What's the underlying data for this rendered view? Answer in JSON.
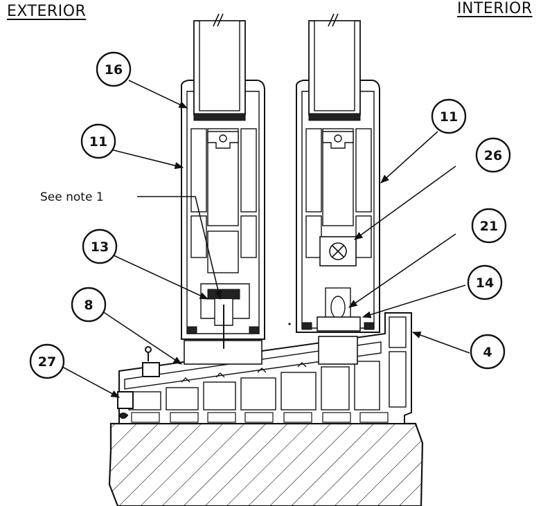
{
  "labels": {
    "exterior": "EXTERIOR",
    "interior": "INTERIOR",
    "note": "See note 1"
  },
  "callouts": [
    {
      "id": "c16",
      "text": "16"
    },
    {
      "id": "c11a",
      "text": "11"
    },
    {
      "id": "c11b",
      "text": "11"
    },
    {
      "id": "c26",
      "text": "26"
    },
    {
      "id": "c21",
      "text": "21"
    },
    {
      "id": "c13",
      "text": "13"
    },
    {
      "id": "c14",
      "text": "14"
    },
    {
      "id": "c8",
      "text": "8"
    },
    {
      "id": "c4",
      "text": "4"
    },
    {
      "id": "c27",
      "text": "27"
    }
  ],
  "colors": {
    "line": "#111111",
    "background": "#ffffff",
    "gasket": "#222222"
  },
  "icons": [
    "cross-circle-symbol"
  ]
}
